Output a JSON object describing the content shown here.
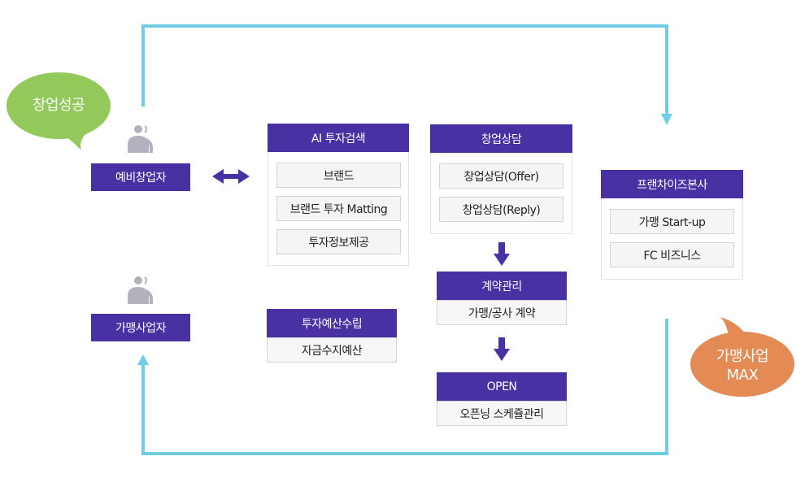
{
  "colors": {
    "primary_purple": "#4a31a3",
    "flow_line": "#6fcde4",
    "success_bubble": "#92c95a",
    "max_bubble": "#e38a55",
    "person_icon": "#b4b0bd",
    "item_bg": "#f5f5f5"
  },
  "bubbles": {
    "success": "창업성공",
    "max_line1": "가맹사업",
    "max_line2": "MAX"
  },
  "roles": {
    "prospective": "예비창업자",
    "franchisee": "가맹사업자"
  },
  "ai_search": {
    "title": "AI 투자검색",
    "items": [
      "브랜드",
      "브랜드 투자 Matting",
      "투자정보제공"
    ]
  },
  "consulting": {
    "title": "창업상담",
    "items": [
      "창업상담(Offer)",
      "창업상담(Reply)"
    ]
  },
  "contract": {
    "title": "계약관리",
    "item": "가맹/공사 계약"
  },
  "open": {
    "title": "OPEN",
    "item": "오픈닝 스케쥴관리"
  },
  "budget": {
    "title": "투자예산수립",
    "item": "자금수지예산"
  },
  "hq": {
    "title": "프랜차이즈본사",
    "items": [
      "가맹 Start-up",
      "FC 비즈니스"
    ]
  },
  "icons": {
    "person": "person-icon",
    "bidirectional": "double-arrow-icon",
    "down": "down-arrow-icon"
  }
}
